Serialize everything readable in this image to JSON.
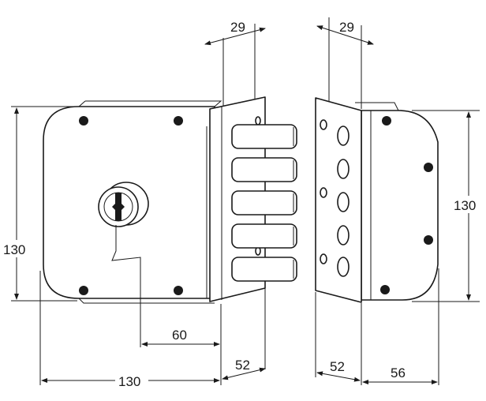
{
  "dimensions": {
    "top_left_width": "29",
    "top_right_width": "29",
    "left_height": "130",
    "right_height": "130",
    "key_offset": "60",
    "body_width": "130",
    "bolt_projection": "52",
    "keeper_depth": "52",
    "keeper_body_width": "56"
  },
  "colors": {
    "line": "#1a1a1a",
    "background": "#ffffff"
  }
}
